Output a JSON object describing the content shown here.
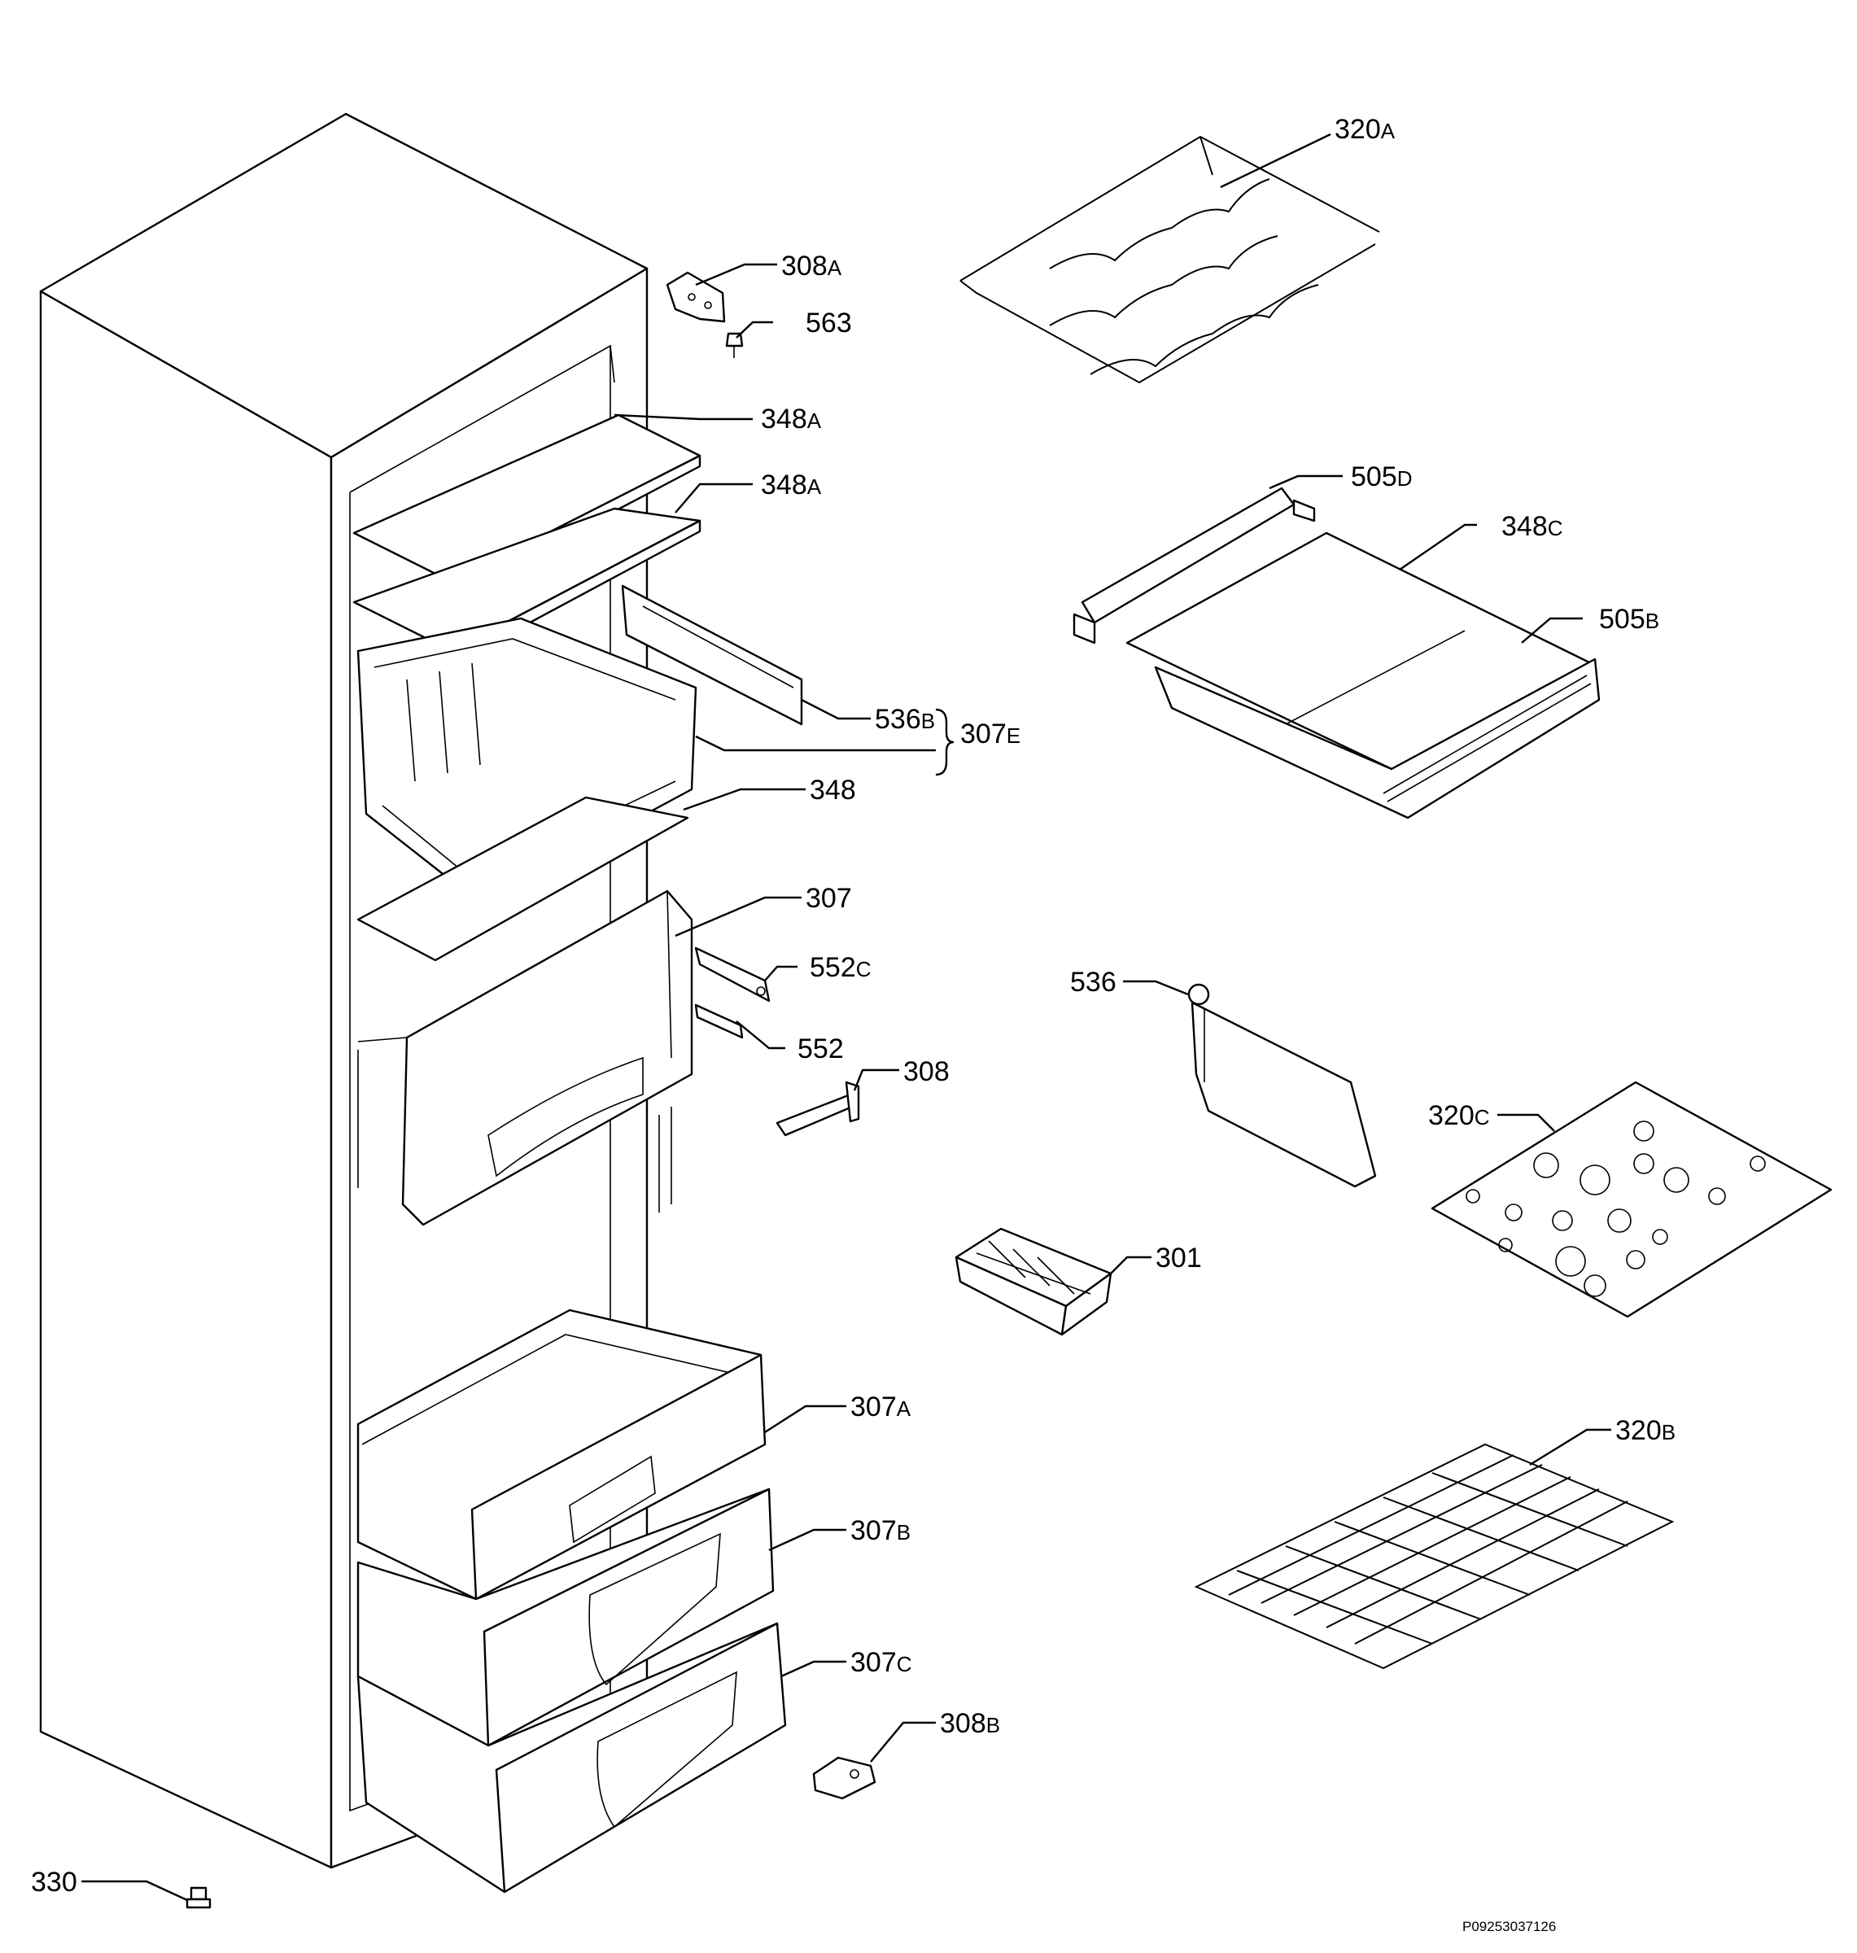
{
  "callouts": {
    "c320A": {
      "num": "320",
      "suffix": "A"
    },
    "c308A": {
      "num": "308",
      "suffix": "A"
    },
    "c563": {
      "num": "563",
      "suffix": ""
    },
    "c348A_1": {
      "num": "348",
      "suffix": "A"
    },
    "c348A_2": {
      "num": "348",
      "suffix": "A"
    },
    "c505D": {
      "num": "505",
      "suffix": "D"
    },
    "c348C": {
      "num": "348",
      "suffix": "C"
    },
    "c505B": {
      "num": "505",
      "suffix": "B"
    },
    "c536B": {
      "num": "536",
      "suffix": "B"
    },
    "c307E": {
      "num": "307",
      "suffix": "E"
    },
    "c348": {
      "num": "348",
      "suffix": ""
    },
    "c307": {
      "num": "307",
      "suffix": ""
    },
    "c552C": {
      "num": "552",
      "suffix": "C"
    },
    "c536": {
      "num": "536",
      "suffix": ""
    },
    "c552": {
      "num": "552",
      "suffix": ""
    },
    "c308": {
      "num": "308",
      "suffix": ""
    },
    "c320C": {
      "num": "320",
      "suffix": "C"
    },
    "c301": {
      "num": "301",
      "suffix": ""
    },
    "c307A": {
      "num": "307",
      "suffix": "A"
    },
    "c320B": {
      "num": "320",
      "suffix": "B"
    },
    "c307B": {
      "num": "307",
      "suffix": "B"
    },
    "c307C": {
      "num": "307",
      "suffix": "C"
    },
    "c308B": {
      "num": "308",
      "suffix": "B"
    },
    "c330": {
      "num": "330",
      "suffix": ""
    }
  },
  "reference_code": "P09253037126"
}
